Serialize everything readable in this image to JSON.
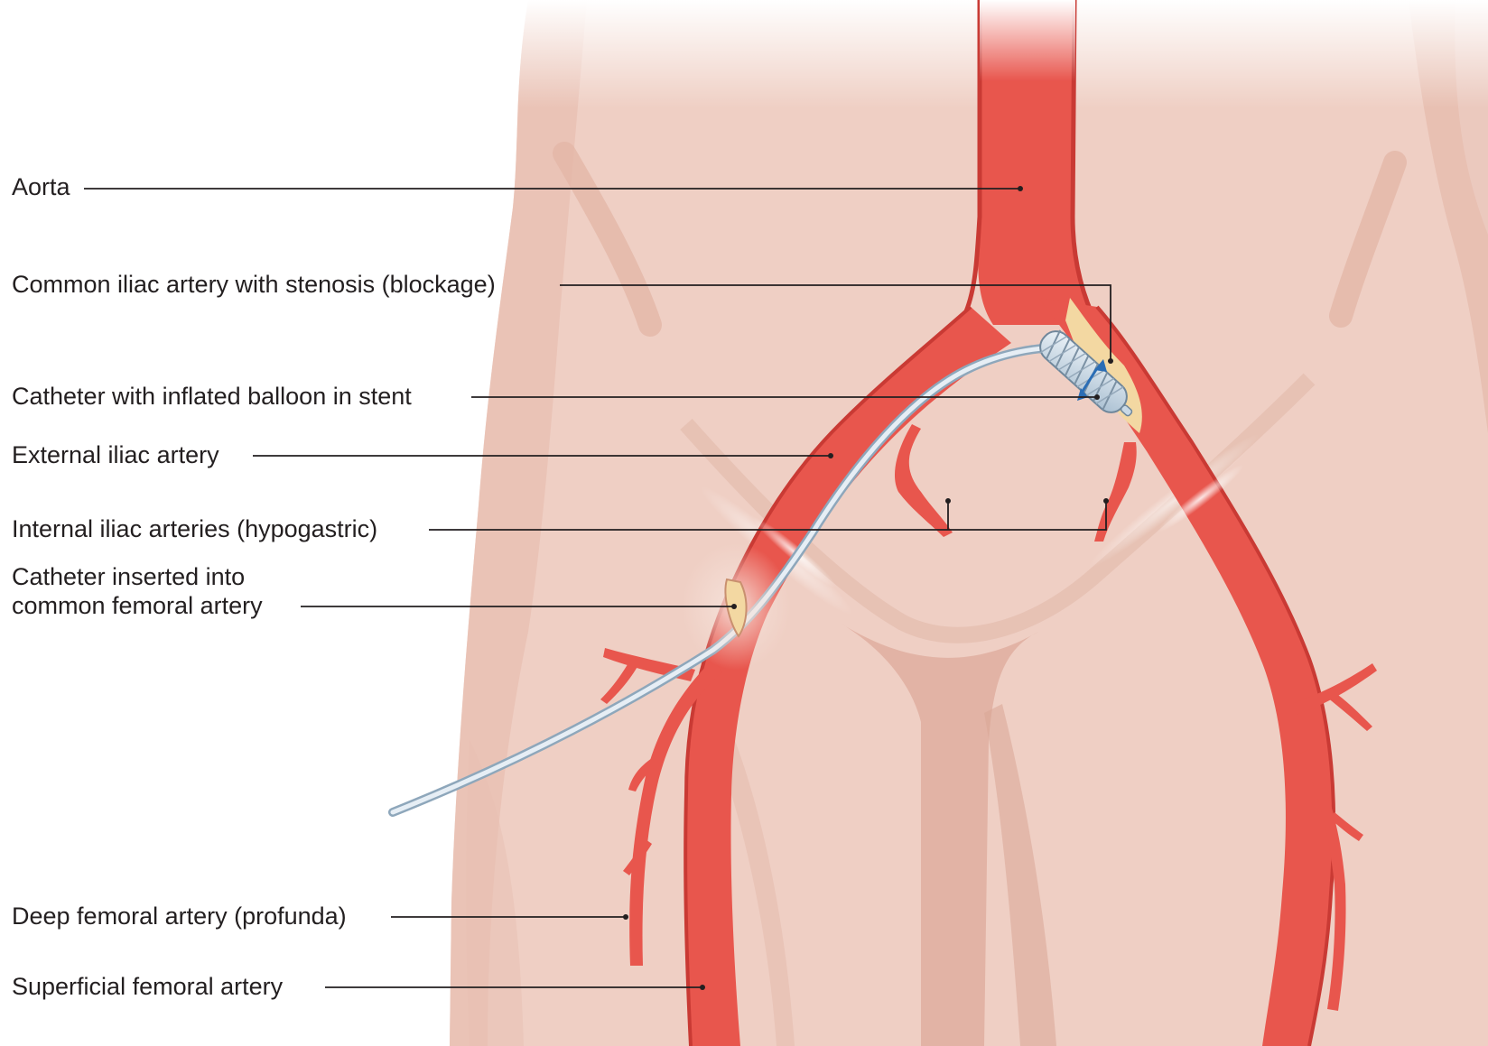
{
  "labels": {
    "aorta": "Aorta",
    "common_iliac": "Common iliac artery with stenosis (blockage)",
    "catheter_balloon": "Catheter with inflated balloon in stent",
    "external_iliac": "External iliac artery",
    "internal_iliac": "Internal iliac arteries (hypogastric)",
    "catheter_inserted_line1": "Catheter inserted into",
    "catheter_inserted_line2": "common femoral artery",
    "deep_femoral": "Deep femoral artery (profunda)",
    "superficial_femoral": "Superficial femoral artery"
  },
  "colors": {
    "skin": "#efcfc4",
    "skin_shadow": "#e2b3a5",
    "artery": "#e8564d",
    "artery_dark": "#c93a34",
    "plaque": "#f3d8a2",
    "catheter": "#c9d9e6",
    "balloon_arrow": "#2a6db5",
    "leader": "#231f20"
  }
}
